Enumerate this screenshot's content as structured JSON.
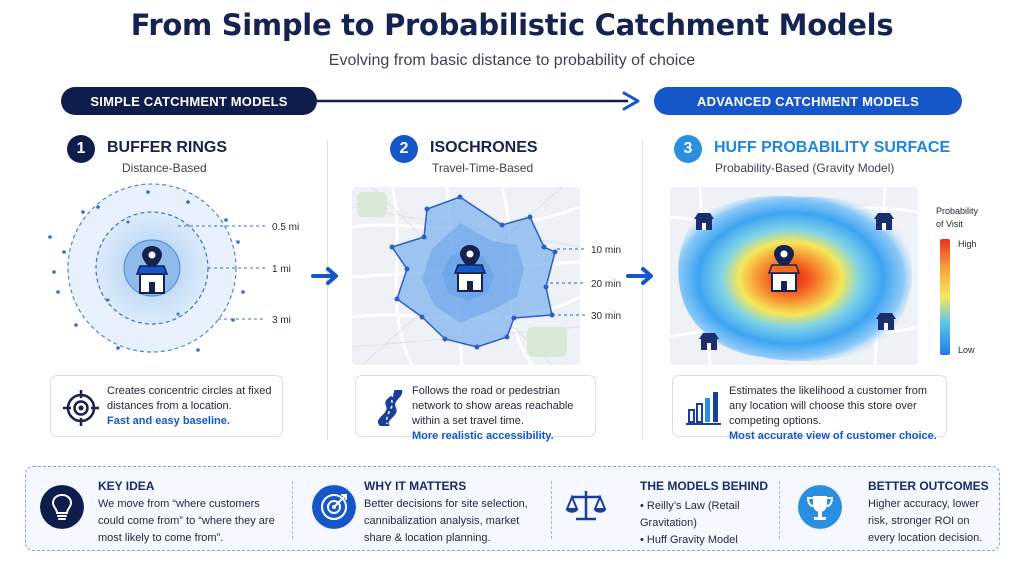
{
  "header": {
    "title": "From Simple to Probabilistic Catchment Models",
    "subtitle": "Evolving from basic distance to probability of choice"
  },
  "progression": {
    "simple_label": "SIMPLE CATCHMENT MODELS",
    "advanced_label": "ADVANCED CATCHMENT MODELS"
  },
  "models": [
    {
      "number": "1",
      "title": "BUFFER RINGS",
      "subtitle": "Distance-Based",
      "labels": [
        "0.5 mi",
        "1 mi",
        "3 mi"
      ],
      "description": "Creates concentric circles at fixed distances from a location.",
      "highlight": "Fast and easy baseline."
    },
    {
      "number": "2",
      "title": "ISOCHRONES",
      "subtitle": "Travel-Time-Based",
      "labels": [
        "10 min",
        "20 min",
        "30 min"
      ],
      "description": "Follows the road or pedestrian network to show areas reachable within a set travel time.",
      "highlight": "More realistic accessibility."
    },
    {
      "number": "3",
      "title": "HUFF PROBABILITY SURFACE",
      "subtitle": "Probability-Based (Gravity Model)",
      "legend_title": "Probability of Visit",
      "legend_high": "High",
      "legend_low": "Low",
      "description": "Estimates the likelihood a customer from any location will choose this store over competing options.",
      "highlight": "Most accurate view of customer choice."
    }
  ],
  "insights": [
    {
      "title": "KEY IDEA",
      "text": "We move from “where customers could come from” to “where they are most likely to come from”.",
      "icon": "lightbulb-icon"
    },
    {
      "title": "WHY IT MATTERS",
      "text": "Better decisions for site selection, cannibalization analysis, market share & location planning.",
      "icon": "target-icon"
    },
    {
      "title": "THE MODELS BEHIND",
      "bullets": [
        "• Reilly’s Law (Retail Gravitation)",
        "• Huff Gravity Model"
      ],
      "icon": "scales-icon"
    },
    {
      "title": "BETTER OUTCOMES",
      "text": "Higher accuracy, lower risk, stronger ROI on every location decision.",
      "icon": "trophy-icon"
    }
  ],
  "colors": {
    "navy": "#0f1d4d",
    "brand_blue": "#1557c9",
    "light_blue": "#2b8fe0"
  }
}
